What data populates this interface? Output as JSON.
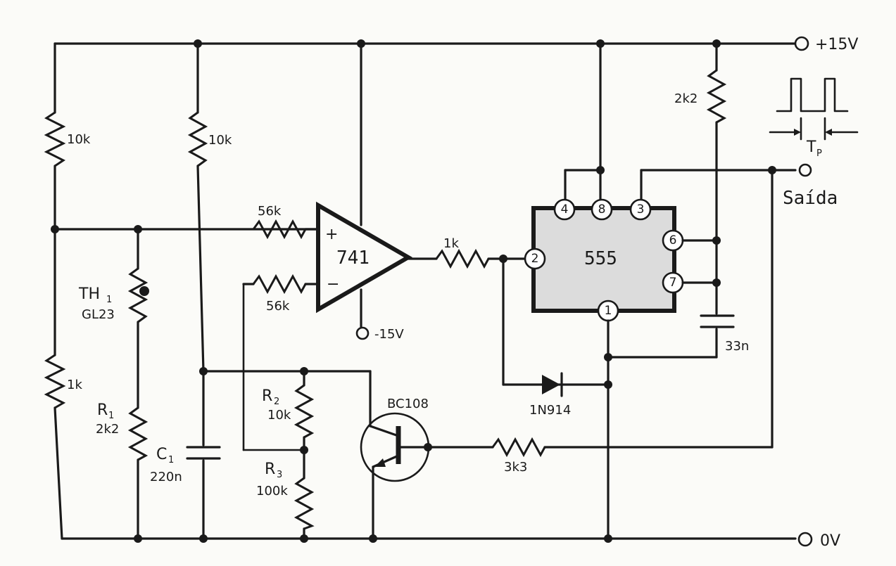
{
  "rails": {
    "vplus": "+15V",
    "gnd": "0V",
    "vminus": "-15V"
  },
  "output": {
    "label": "Saída",
    "period_label": "T",
    "period_sub": "P"
  },
  "opamp": {
    "name": "741",
    "plus": "+",
    "minus": "−"
  },
  "timer": {
    "name": "555",
    "pins": [
      "4",
      "8",
      "3",
      "2",
      "6",
      "7",
      "1"
    ]
  },
  "resistors": {
    "r_top_left": "10k",
    "r_top_mid": "10k",
    "r_bot_left": "1k",
    "r_in_plus": "56k",
    "r_in_minus": "56k",
    "r_out": "1k",
    "r_pullup": "2k2",
    "r_base": "3k3",
    "r1_name": "R",
    "r1_sub": "1",
    "r1_val": "2k2",
    "r2_name": "R",
    "r2_sub": "2",
    "r2_val": "10k",
    "r3_name": "R",
    "r3_sub": "3",
    "r3_val": "100k"
  },
  "thermistor": {
    "name": "TH",
    "sub": "1",
    "part": "GL23"
  },
  "capacitors": {
    "c1_name": "C",
    "c1_sub": "1",
    "c1_val": "220n",
    "c_timing": "33n"
  },
  "diode": {
    "part": "1N914"
  },
  "transistor": {
    "part": "BC108"
  }
}
